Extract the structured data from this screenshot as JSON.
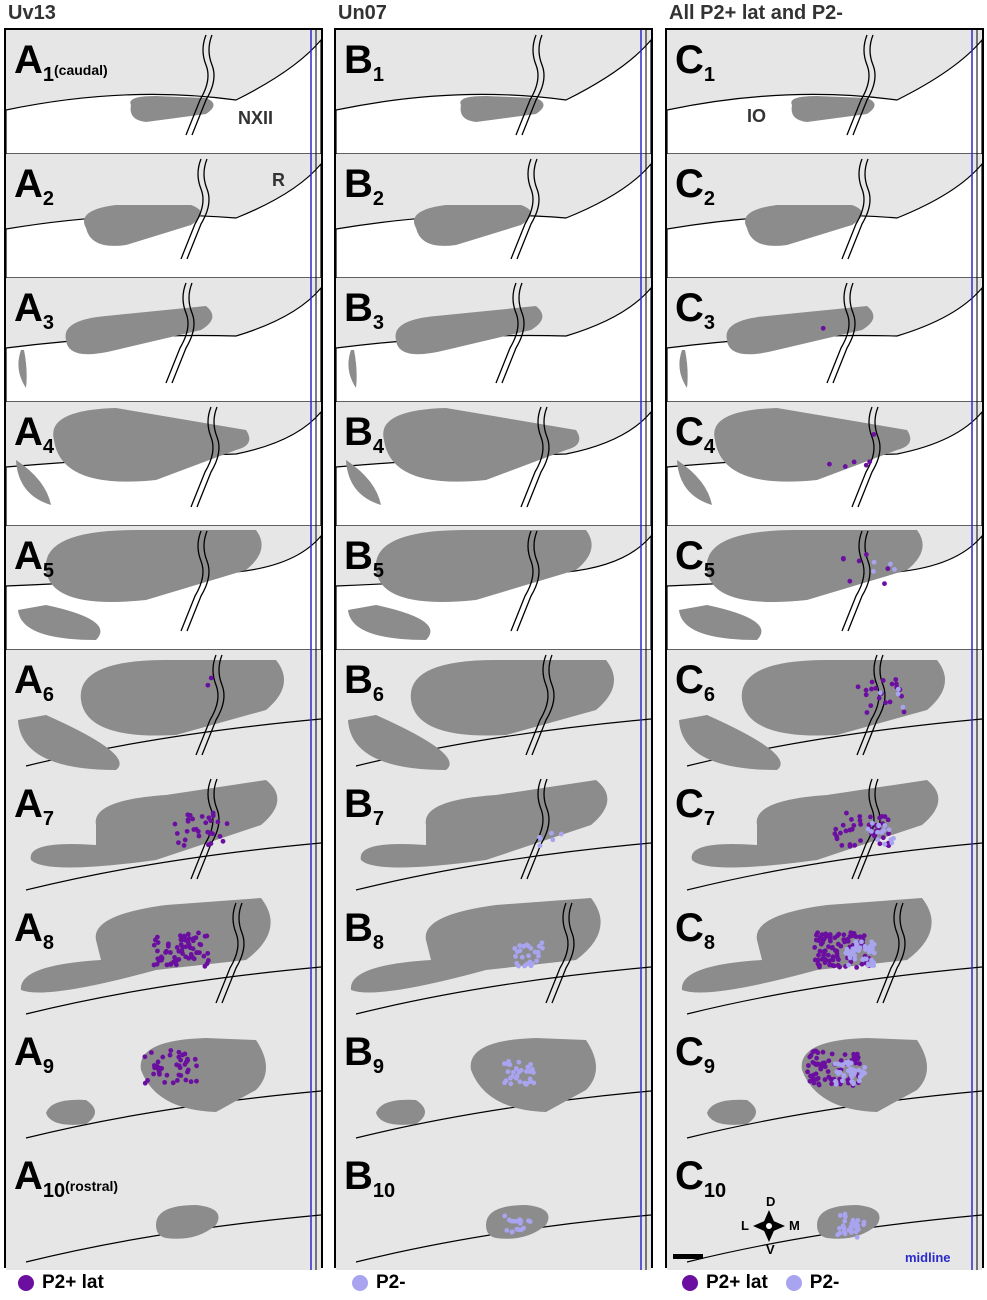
{
  "columns": [
    {
      "title": "Uv13",
      "letter": "A",
      "panels": [
        {
          "num": "1",
          "note": "(caudal)"
        },
        {
          "num": "2",
          "note": ""
        },
        {
          "num": "3",
          "note": ""
        },
        {
          "num": "4",
          "note": ""
        },
        {
          "num": "5",
          "note": ""
        },
        {
          "num": "6",
          "note": ""
        },
        {
          "num": "7",
          "note": ""
        },
        {
          "num": "8",
          "note": ""
        },
        {
          "num": "9",
          "note": ""
        },
        {
          "num": "10",
          "note": "(rostral)"
        }
      ]
    },
    {
      "title": "Un07",
      "letter": "B",
      "panels": [
        {
          "num": "1",
          "note": ""
        },
        {
          "num": "2",
          "note": ""
        },
        {
          "num": "3",
          "note": ""
        },
        {
          "num": "4",
          "note": ""
        },
        {
          "num": "5",
          "note": ""
        },
        {
          "num": "6",
          "note": ""
        },
        {
          "num": "7",
          "note": ""
        },
        {
          "num": "8",
          "note": ""
        },
        {
          "num": "9",
          "note": ""
        },
        {
          "num": "10",
          "note": ""
        }
      ]
    },
    {
      "title": "All P2+ lat and P2-",
      "letter": "C",
      "panels": [
        {
          "num": "1",
          "note": ""
        },
        {
          "num": "2",
          "note": ""
        },
        {
          "num": "3",
          "note": ""
        },
        {
          "num": "4",
          "note": ""
        },
        {
          "num": "5",
          "note": ""
        },
        {
          "num": "6",
          "note": ""
        },
        {
          "num": "7",
          "note": ""
        },
        {
          "num": "8",
          "note": ""
        },
        {
          "num": "9",
          "note": ""
        },
        {
          "num": "10",
          "note": ""
        }
      ]
    }
  ],
  "annotations": {
    "nxii": "NXII",
    "r": "R",
    "io": "IO",
    "midline": "midline"
  },
  "compass": {
    "d": "D",
    "v": "V",
    "l": "L",
    "m": "M"
  },
  "legend": {
    "p2plus": "P2+ lat",
    "p2minus": "P2-"
  },
  "colors": {
    "p2plus": "#6a0fa0",
    "p2minus": "#a9a4f0",
    "nucleus": "#8c8c8c",
    "tissue": "#e6e6e6",
    "midline": "#2a2acc"
  },
  "cell_counts": {
    "A": {
      "p2plus": [
        0,
        0,
        0,
        0,
        0,
        2,
        30,
        70,
        45,
        0
      ],
      "p2minus": [
        0,
        0,
        0,
        0,
        0,
        0,
        0,
        0,
        0,
        0
      ]
    },
    "B": {
      "p2plus": [
        0,
        0,
        0,
        0,
        0,
        0,
        0,
        0,
        0,
        0
      ],
      "p2minus": [
        0,
        0,
        0,
        0,
        0,
        0,
        6,
        25,
        30,
        18
      ]
    },
    "C": {
      "p2plus": [
        0,
        0,
        1,
        6,
        7,
        20,
        40,
        90,
        70,
        0
      ],
      "p2minus": [
        0,
        0,
        0,
        0,
        4,
        4,
        15,
        45,
        40,
        30
      ]
    }
  }
}
